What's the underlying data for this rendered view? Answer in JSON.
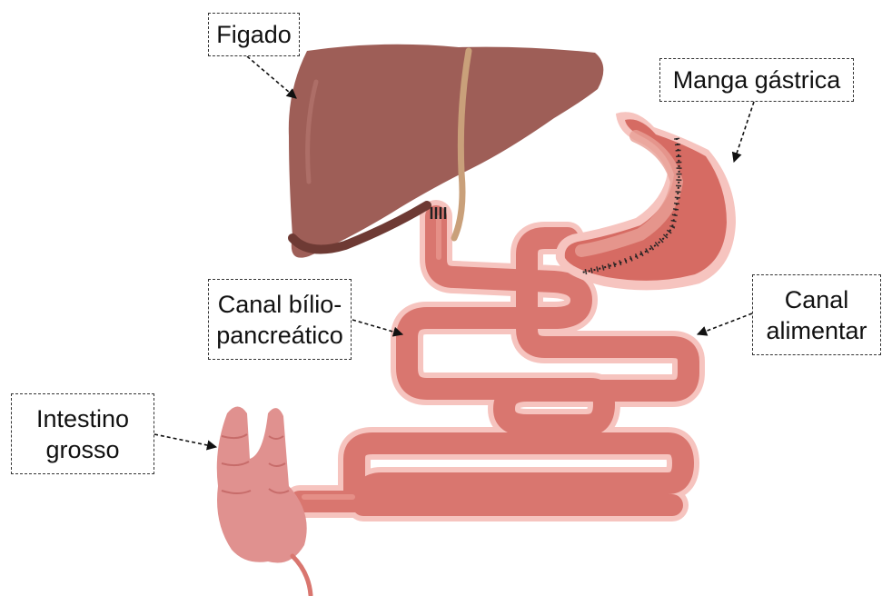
{
  "labels": {
    "figado": "Figado",
    "manga": "Manga gástrica",
    "bilio_line1": "Canal bílio-",
    "bilio_line2": "pancreático",
    "alimentar_line1": "Canal",
    "alimentar_line2": "alimentar",
    "intestino_line1": "Intestino",
    "intestino_line2": "grosso"
  },
  "colors": {
    "liver": "#9e5e57",
    "liver_dark": "#6e3a34",
    "gallbladder_duct": "#c9a07a",
    "intestine": "#d9766f",
    "intestine_halo": "#f6c4bf",
    "stomach": "#d66b63",
    "stomach_inner": "#e8a096",
    "colon": "#e0918f",
    "staples": "#222222"
  }
}
